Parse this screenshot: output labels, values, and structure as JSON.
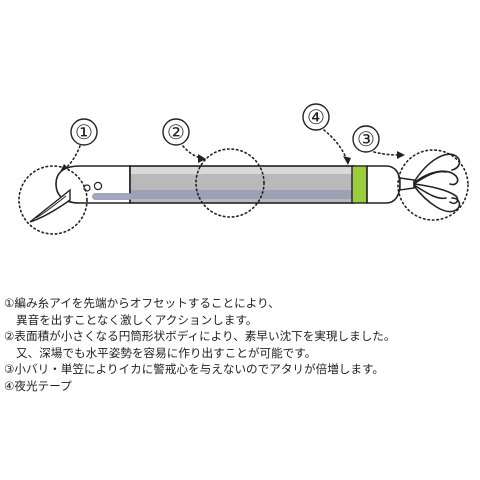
{
  "callouts": {
    "c1": "①",
    "c2": "②",
    "c3": "③",
    "c4": "④"
  },
  "notes": {
    "line1": "①編み糸アイを先端からオフセットすることにより、",
    "line2": "異音を出すことなく激しくアクションします。",
    "line3": "②表面積が小さくなる円筒形状ボディにより、素早い沈下を実現しました。",
    "line4": "又、深場でも水平姿勢を容易に作り出すことが可能です。",
    "line5": "③小バリ・単笠によりイカに警戒心を与えないのでアタリが倍増します。",
    "line6": "④夜光テープ"
  },
  "colors": {
    "body_gray": "#b7b7b7",
    "shadow_gray": "#9ea0b6",
    "glow_tape": "#9ccd3c",
    "outline": "#222222"
  },
  "icons": {
    "lure": "squid-jig-diagram",
    "arrows": "dotted-leader-arrows"
  }
}
